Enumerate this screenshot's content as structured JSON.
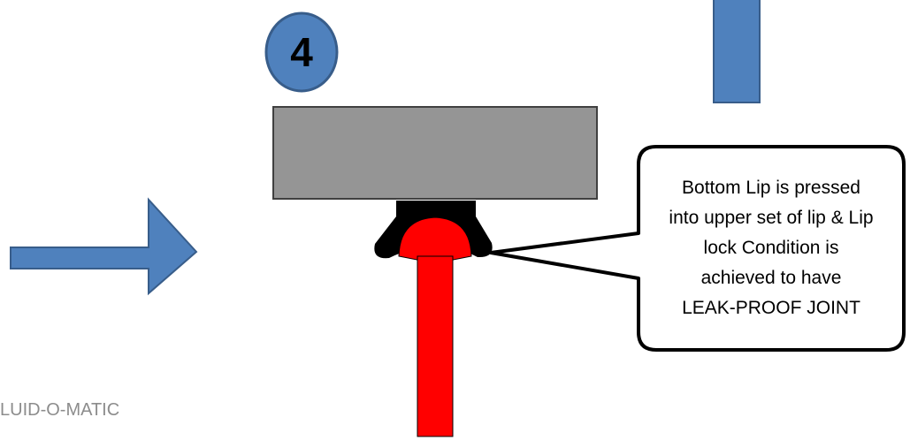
{
  "step": {
    "number": "4"
  },
  "callout": {
    "lines": [
      "Bottom Lip is pressed",
      "into upper set of lip & Lip",
      "lock Condition is",
      "achieved to have",
      "LEAK-PROOF JOINT"
    ]
  },
  "footer": {
    "brand_text": "LUID-O-MATIC"
  },
  "colors": {
    "blue_fill": "#4f81bd",
    "blue_stroke": "#385d8a",
    "block_gray": "#959595",
    "seal_black": "#000000",
    "lip_red": "#ff0000"
  },
  "icons": {
    "motion_arrow": "right-arrow-icon",
    "press_arrow": "down-arrow-icon"
  }
}
